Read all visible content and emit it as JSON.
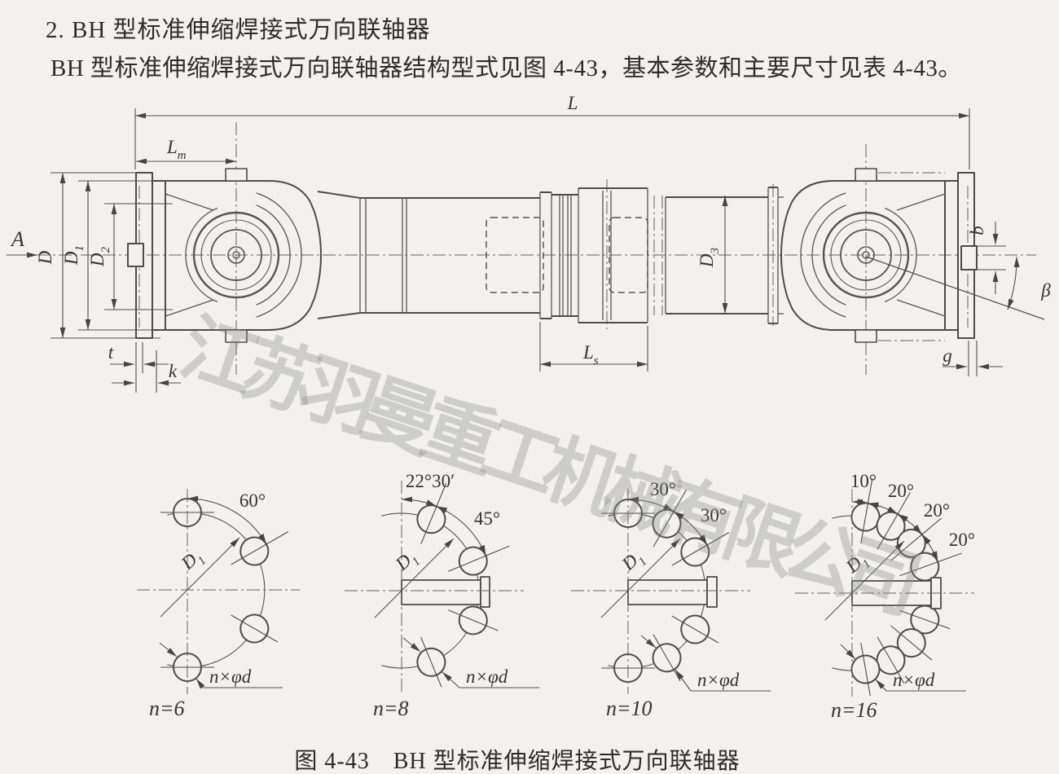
{
  "page": {
    "heading": "2. BH 型标准伸缩焊接式万向联轴器",
    "body_line": "BH 型标准伸缩焊接式万向联轴器结构型式见图 4-43，基本参数和主要尺寸见表 4-43。",
    "caption": "图 4-43　BH 型标准伸缩焊接式万向联轴器",
    "watermark": "江苏羽曼重工机械有限公司"
  },
  "figure": {
    "labels": {
      "L": "L",
      "Lm": {
        "base": "L",
        "sub": "m"
      },
      "Ls": {
        "base": "L",
        "sub": "s"
      },
      "D": "D",
      "D1": {
        "base": "D",
        "sub": "1"
      },
      "D2": {
        "base": "D",
        "sub": "2"
      },
      "D3": {
        "base": "D",
        "sub": "3"
      },
      "t": "t",
      "k": "k",
      "g": "g",
      "b": "b",
      "beta": "β",
      "A": "A"
    }
  },
  "bolt_diagrams": [
    {
      "n_label": "n=6",
      "angles": [
        "60°"
      ],
      "D1": {
        "base": "D",
        "sub": "1"
      },
      "holes_label": "n×φd"
    },
    {
      "n_label": "n=8",
      "angles": [
        "22°30′",
        "45°"
      ],
      "D1": {
        "base": "D",
        "sub": "1"
      },
      "holes_label": "n×φd"
    },
    {
      "n_label": "n=10",
      "angles": [
        "30°",
        "30°"
      ],
      "D1": {
        "base": "D",
        "sub": "1"
      },
      "holes_label": "n×φd"
    },
    {
      "n_label": "n=16",
      "angles": [
        "10°",
        "20°",
        "20°",
        "20°"
      ],
      "D1": {
        "base": "D",
        "sub": "1"
      },
      "holes_label": "n×φd"
    }
  ]
}
